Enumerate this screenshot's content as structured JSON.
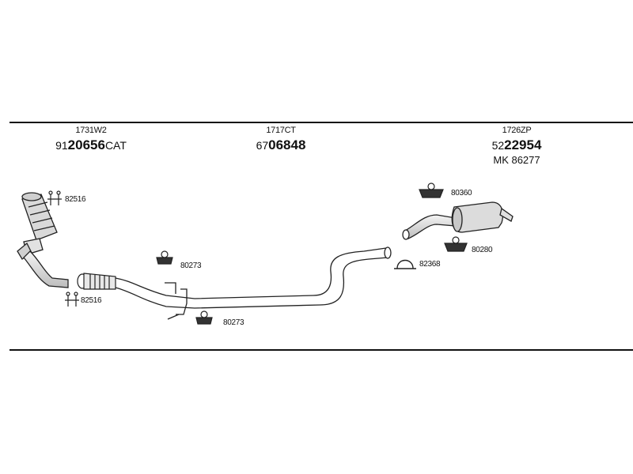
{
  "groups": [
    {
      "ref": "1731W2",
      "number_prefix": "91",
      "number_main": "20656",
      "number_suffix": "CAT",
      "extra": ""
    },
    {
      "ref": "1717CT",
      "number_prefix": "67",
      "number_main": "06848",
      "number_suffix": "",
      "extra": ""
    },
    {
      "ref": "1726ZP",
      "number_prefix": "52",
      "number_main": "22954",
      "number_suffix": "",
      "extra": "MK 86277"
    }
  ],
  "parts": {
    "clamp_top": "82516",
    "clamp_bottom": "82516",
    "hanger_mid_top": "80273",
    "hanger_mid_bottom": "80273",
    "clamp_rear": "82368",
    "hanger_rear_top": "80360",
    "hanger_rear_bottom": "80280"
  }
}
